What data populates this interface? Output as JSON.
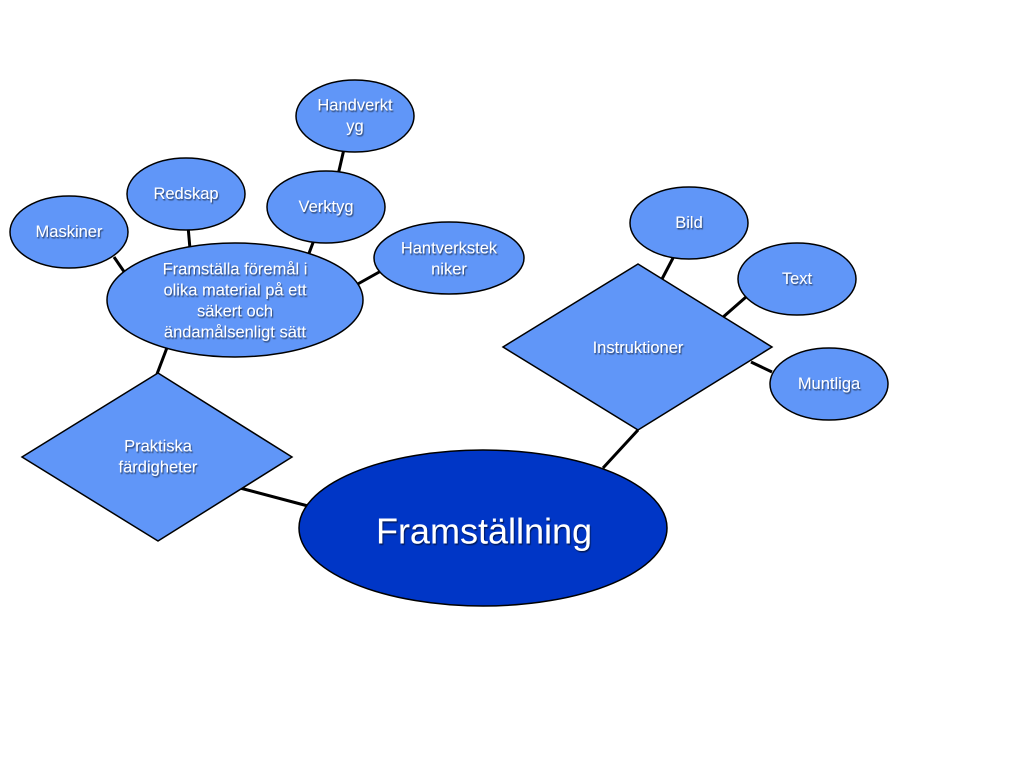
{
  "colors": {
    "node_fill": "#6096F8",
    "center_fill": "#0036C6",
    "stroke": "#000000",
    "text": "#FFFFFF"
  },
  "nodes": {
    "center": {
      "label": [
        "Framställning"
      ]
    },
    "praktiska": {
      "label": [
        "Praktiska",
        "färdigheter"
      ]
    },
    "framstalla": {
      "label": [
        "Framställa föremål i",
        "olika material på ett",
        "säkert och",
        "ändamålsenligt sätt"
      ]
    },
    "maskiner": {
      "label": [
        "Maskiner"
      ]
    },
    "redskap": {
      "label": [
        "Redskap"
      ]
    },
    "verktyg": {
      "label": [
        "Verktyg"
      ]
    },
    "handverktyg": {
      "label": [
        "Handverkt",
        "yg"
      ]
    },
    "hantverkstekniker": {
      "label": [
        "Hantverkstek",
        "niker"
      ]
    },
    "instruktioner": {
      "label": [
        "Instruktioner"
      ]
    },
    "bild": {
      "label": [
        "Bild"
      ]
    },
    "text": {
      "label": [
        "Text"
      ]
    },
    "muntliga": {
      "label": [
        "Muntliga"
      ]
    }
  }
}
